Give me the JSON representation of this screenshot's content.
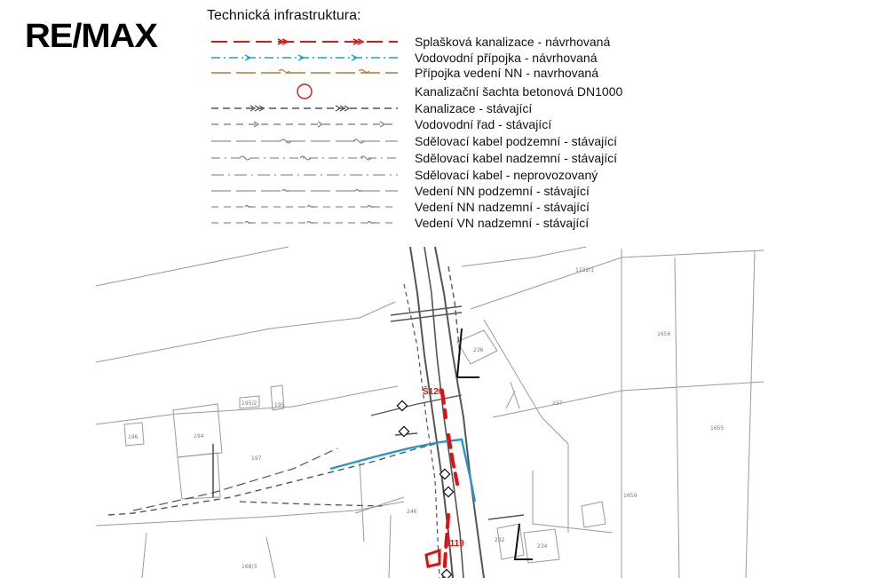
{
  "logo": {
    "text": "RE/MAX"
  },
  "legend": {
    "title": "Technická infrastruktura:",
    "items": [
      {
        "label": "Splašková kanalizace - návrhovaná",
        "color": "#d41a1a",
        "style": "long-dash-arrow"
      },
      {
        "label": "Vodovodní přípojka - návrhovaná",
        "color": "#1e9fd4",
        "style": "dash-dot-arrow"
      },
      {
        "label": "Přípojka vedení NN - navrhovaná",
        "color": "#b07a30",
        "style": "dash-tilde"
      },
      {
        "label": "Kanalizační šachta betonová DN1000",
        "color": "#d41a1a",
        "style": "circle"
      },
      {
        "label": "Kanalizace - stávající",
        "color": "#555555",
        "style": "dash-arrows"
      },
      {
        "label": "Vodovodní řad - stávající",
        "color": "#777777",
        "style": "dash-arrow"
      },
      {
        "label": "Sdělovací kabel podzemní - stávající",
        "color": "#777777",
        "style": "long-dash-tilde"
      },
      {
        "label": "Sdělovací kabel nadzemní - stávající",
        "color": "#777777",
        "style": "dash-dot-tilde"
      },
      {
        "label": "Sdělovací kabel - neprovozovaný",
        "color": "#777777",
        "style": "dash-dot"
      },
      {
        "label": "Vedení NN podzemní - stávající",
        "color": "#777777",
        "style": "long-dash-hook"
      },
      {
        "label": "Vedení NN nadzemní - stávající",
        "color": "#777777",
        "style": "short-dash-hook"
      },
      {
        "label": "Vedení VN nadzemní - stávající",
        "color": "#777777",
        "style": "short-dash-hook"
      }
    ]
  },
  "map": {
    "parcels": [
      "1232/1",
      "236",
      "237",
      "1656",
      "1655",
      "1659",
      "232",
      "234",
      "194",
      "197",
      "196",
      "195",
      "195/2",
      "168/3",
      "246"
    ],
    "manholes": [
      "Š120",
      "Š119"
    ],
    "colors": {
      "sewer_proposed": "#e01010",
      "water_proposed": "#2a95c8",
      "existing": "#555555",
      "parcel": "#9a9a9a"
    }
  }
}
